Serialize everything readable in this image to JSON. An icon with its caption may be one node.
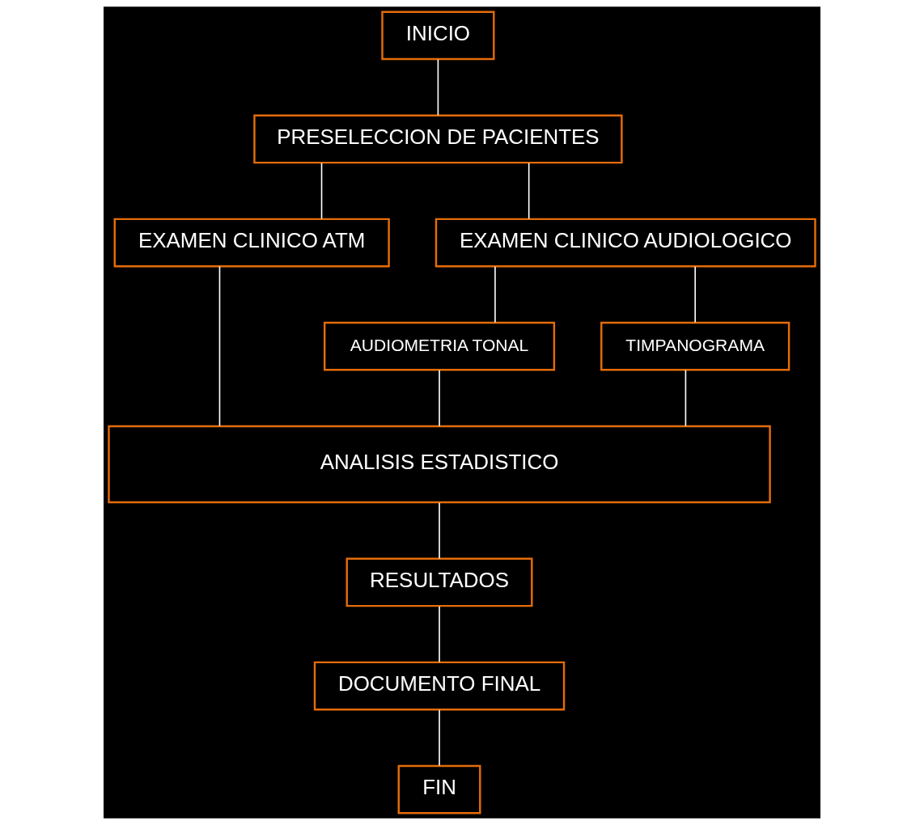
{
  "diagram": {
    "nodes": [
      {
        "text": [
          "INICIO"
        ]
      },
      {
        "text": [
          "PRESELECCION DE PACIENTES"
        ]
      },
      {
        "text": [
          "EXAMEN CLINICO ATM"
        ]
      },
      {
        "text": [
          "EXAMEN CLINICO AUDIOLOGICO"
        ]
      },
      {
        "text": [
          "AUDIOMETRIA TONAL"
        ]
      },
      {
        "text": [
          "TIMPANOGRAMA"
        ]
      },
      {
        "text": [
          "ANALISIS ESTADISTICO"
        ]
      },
      {
        "text": [
          "RESULTADOS"
        ]
      },
      {
        "text": [
          "DOCUMENTO FINAL"
        ]
      },
      {
        "text": [
          "FIN"
        ]
      }
    ],
    "edges": [
      {
        "from": 0,
        "to": 1,
        "arrow": "none"
      },
      {
        "from": 1,
        "to": 2,
        "arrow": "none"
      },
      {
        "from": 1,
        "to": 3,
        "arrow": "none"
      },
      {
        "from": 3,
        "to": 4,
        "arrow": "none"
      },
      {
        "from": 3,
        "to": 5,
        "arrow": "none"
      },
      {
        "from": 2,
        "to": 6,
        "arrow": "none"
      },
      {
        "from": 4,
        "to": 6,
        "arrow": "none"
      },
      {
        "from": 5,
        "to": 6,
        "arrow": "none"
      },
      {
        "from": 6,
        "to": 7,
        "arrow": "none"
      },
      {
        "from": 7,
        "to": 8,
        "arrow": "none"
      },
      {
        "from": 8,
        "to": 9,
        "arrow": "none"
      }
    ]
  }
}
